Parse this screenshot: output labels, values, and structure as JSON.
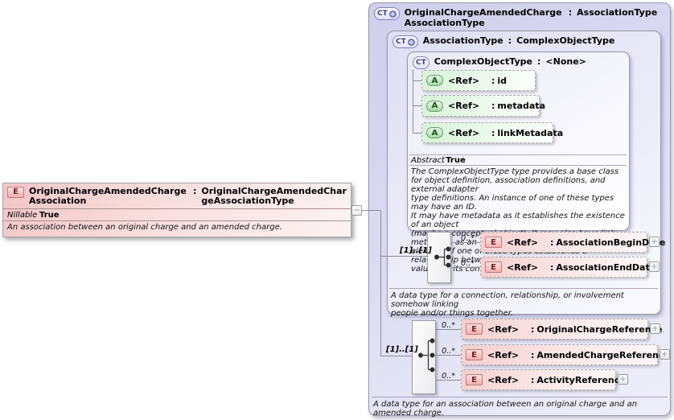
{
  "labels": {
    "colon": ":",
    "expand": "+",
    "collapse": "−"
  },
  "element": {
    "icon": "E",
    "name": "OriginalChargeAmendedChargeAssociation",
    "type": "OriginalChargeAmendedChargeAssociationType",
    "property": {
      "label": "Nillable",
      "value": "True"
    },
    "description": "An association between an original charge and an amended charge."
  },
  "outer_type": {
    "icon": "CT",
    "name": "OriginalChargeAmendedChargeAssociationType",
    "base": "AssociationType",
    "description": "A data type for an association between an original charge and an amended charge."
  },
  "association_type": {
    "icon": "CT",
    "name": "AssociationType",
    "base": "ComplexObjectType",
    "description": "A data type for a connection, relationship, or involvement somehow linking\npeople and/or things together."
  },
  "complex_object_type": {
    "icon": "CT",
    "name": "ComplexObjectType",
    "base": "<None>",
    "attributes": [
      {
        "icon": "A",
        "keyword": "<Ref>",
        "name": "id"
      },
      {
        "icon": "A",
        "keyword": "<Ref>",
        "name": "metadata"
      },
      {
        "icon": "A",
        "keyword": "<Ref>",
        "name": "linkMetadata"
      }
    ],
    "property": {
      "label": "Abstract",
      "value": "True"
    },
    "description": "The ComplexObjectType type provides a base class\nfor object definition, association definitions, and external adapter\ntype definitions. An instance of one of these types may have an ID.\nIt may have metadata as it establishes the existence of an object\n(maybe a conceptual object). It may also have link metadata, as an\nelement of one of these types establishes a relationship between its\nvalue and its context."
  },
  "association_sequence": {
    "cardinality": "[1]..[1]",
    "elements": [
      {
        "occurs": "0..*",
        "icon": "E",
        "keyword": "<Ref>",
        "name": "AssociationBeginDate"
      },
      {
        "occurs": "0..*",
        "icon": "E",
        "keyword": "<Ref>",
        "name": "AssociationEndDate"
      }
    ]
  },
  "extension_sequence": {
    "cardinality": "[1]..[1]",
    "elements": [
      {
        "occurs": "0..*",
        "icon": "E",
        "keyword": "<Ref>",
        "name": "OriginalChargeReference"
      },
      {
        "occurs": "0..*",
        "icon": "E",
        "keyword": "<Ref>",
        "name": "AmendedChargeReference"
      },
      {
        "occurs": "0..*",
        "icon": "E",
        "keyword": "<Ref>",
        "name": "ActivityReference"
      }
    ]
  },
  "colors": {
    "complex_type_fill": "#d7d7f0",
    "element_fill": "#f5caca",
    "reference_fill": "#f6cece",
    "attribute_fill": "#d9f4d9",
    "border_gray": "#9898ab"
  }
}
